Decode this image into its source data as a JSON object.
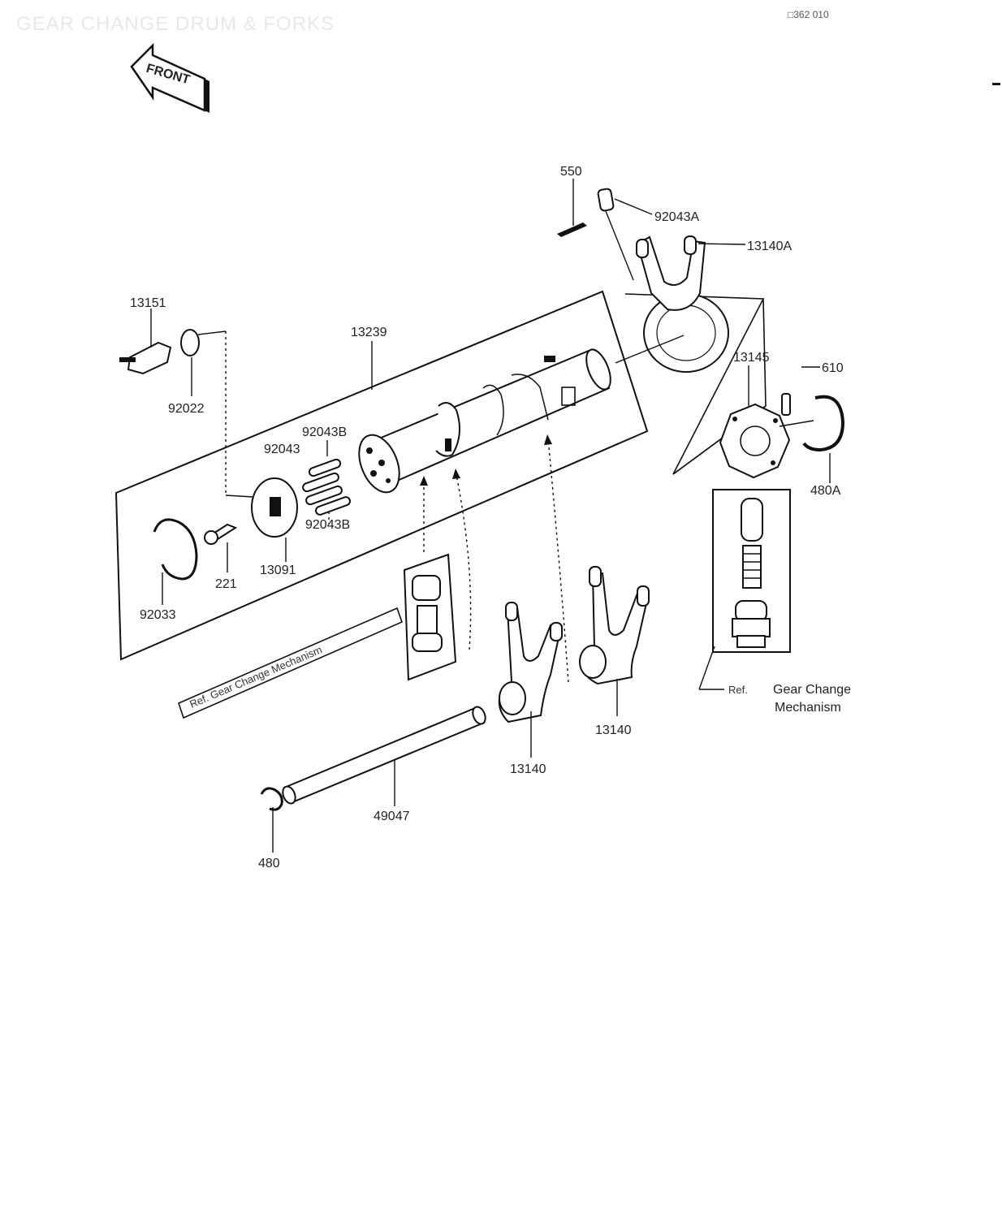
{
  "header": {
    "title": "GEAR CHANGE DRUM & FORKS",
    "code": "□362 010"
  },
  "front_arrow": {
    "label": "FRONT"
  },
  "callouts": {
    "p550": "550",
    "p92043A": "92043A",
    "p13140A": "13140A",
    "p13151": "13151",
    "p92022": "92022",
    "p13239": "13239",
    "p13145": "13145",
    "p610": "610",
    "p92043B_top": "92043B",
    "p92043": "92043",
    "p92043B_bottom": "92043B",
    "p480A": "480A",
    "p13091": "13091",
    "p221": "221",
    "p92033": "92033",
    "p13140_left": "13140",
    "p13140_right": "13140",
    "p49047": "49047",
    "p480": "480"
  },
  "references": {
    "left_ref": "Ref. Gear Change Mechanism",
    "right_ref_1": "Ref.",
    "right_ref_2": "Gear Change",
    "right_ref_3": "Mechanism"
  }
}
